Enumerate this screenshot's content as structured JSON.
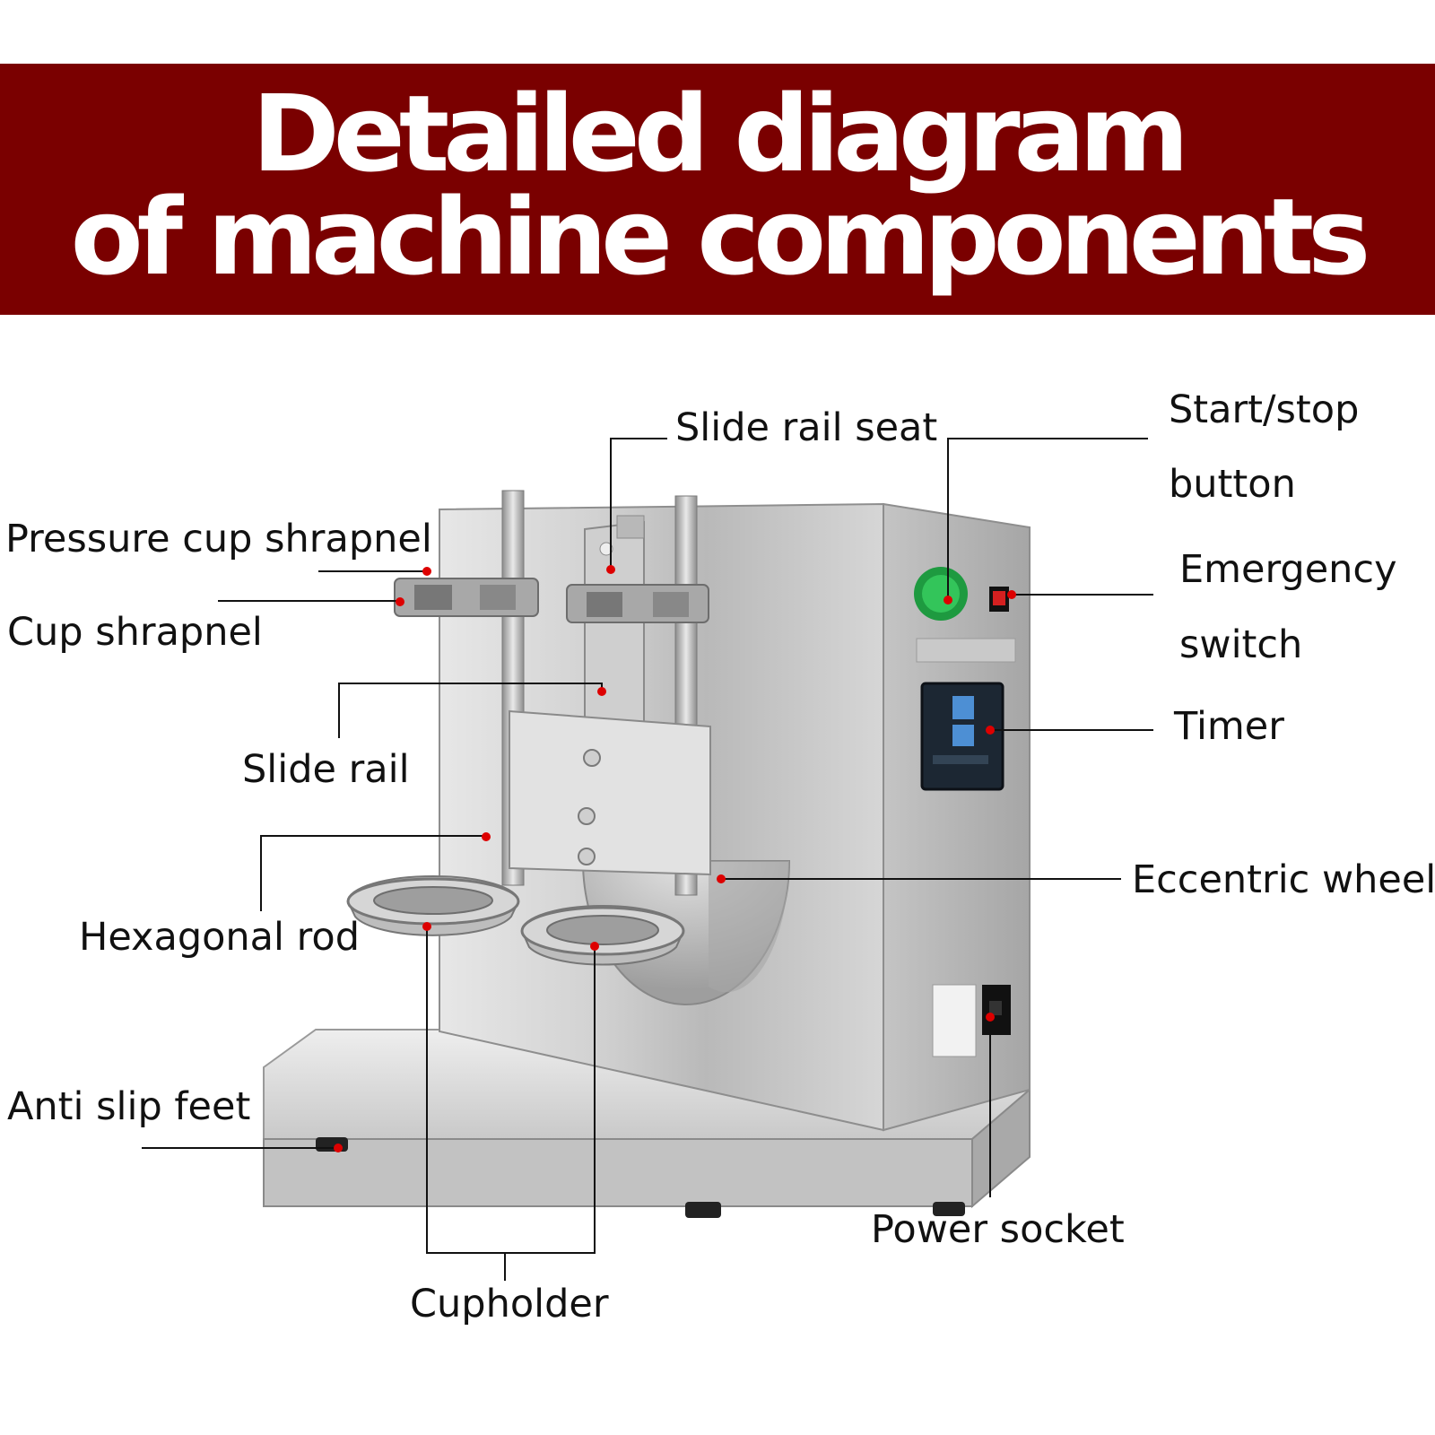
{
  "title": {
    "line1": "Detailed diagram",
    "line2": "of machine components"
  },
  "labels": {
    "slide_rail_seat": "Slide rail seat",
    "start_stop_1": "Start/stop",
    "start_stop_2": "button",
    "pressure_cup_shrapnel": "Pressure cup shrapnel",
    "cup_shrapnel": "Cup shrapnel",
    "emergency_1": "Emergency",
    "emergency_2": "switch",
    "timer": "Timer",
    "slide_rail": "Slide rail",
    "eccentric_wheel": "Eccentric wheel",
    "hexagonal_rod": "Hexagonal rod",
    "anti_slip_feet": "Anti slip feet",
    "power_socket": "Power socket",
    "cupholder": "Cupholder"
  },
  "colors": {
    "banner": "#7a0000",
    "marker": "#dd0000",
    "start_button": "#22b24c"
  }
}
